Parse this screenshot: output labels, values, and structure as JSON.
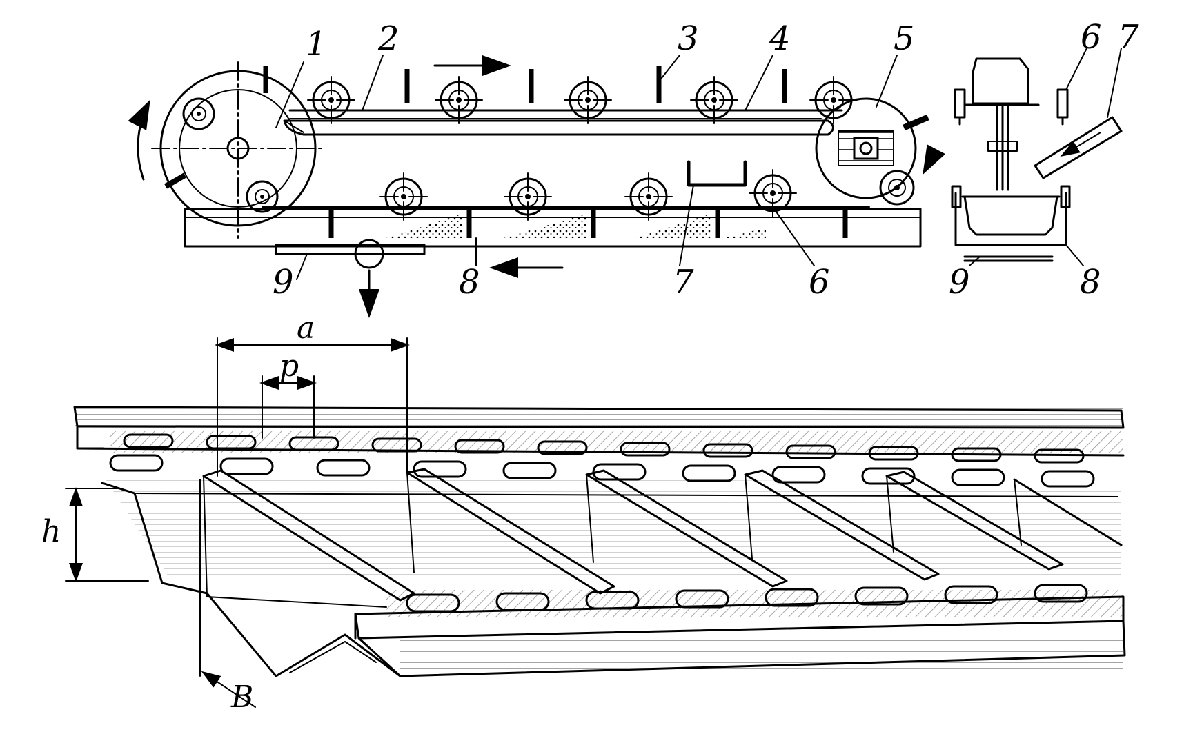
{
  "diagram": {
    "top_view_callouts": [
      "1",
      "2",
      "3",
      "4",
      "5",
      "7",
      "6",
      "8",
      "9"
    ],
    "end_view_callouts": [
      "6",
      "7",
      "9",
      "8"
    ],
    "dimensions": {
      "a": "a",
      "p": "p",
      "h": "h",
      "B": "B"
    }
  }
}
